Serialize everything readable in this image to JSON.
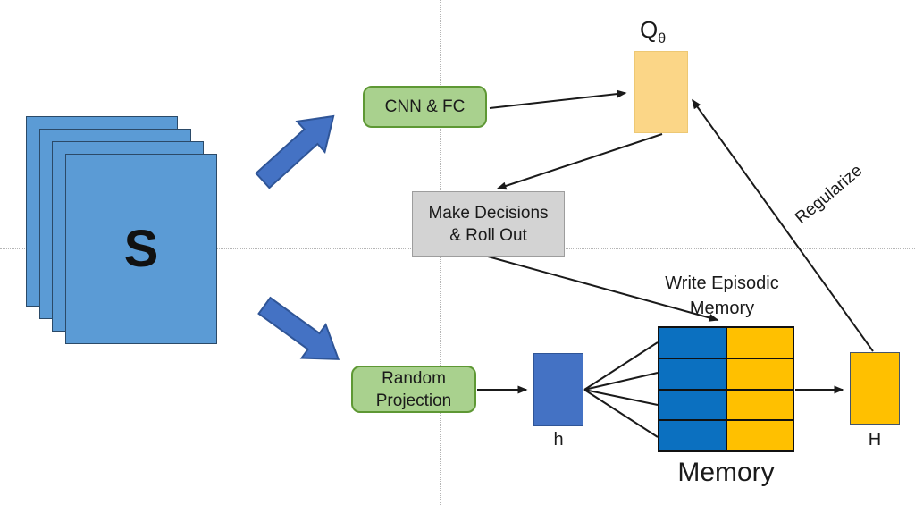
{
  "nodes": {
    "stack": {
      "label": "S"
    },
    "cnn_fc": {
      "label": "CNN & FC"
    },
    "q": {
      "main": "Q",
      "sub": "θ"
    },
    "decisions": {
      "line1": "Make Decisions",
      "line2": "& Roll Out"
    },
    "random_projection": {
      "line1": "Random",
      "line2": "Projection"
    },
    "h": {
      "label": "h"
    },
    "H": {
      "label": "H"
    },
    "memory": {
      "caption": "Memory",
      "rows": "4",
      "cols": "2"
    }
  },
  "annotations": {
    "write_episodic": {
      "line1": "Write Episodic",
      "line2": "Memory"
    },
    "regularize": "Regularize"
  },
  "colors": {
    "stack_blue": "#5B9BD5",
    "block_arrow_blue": "#4472C4",
    "green_box_fill": "#A9D18E",
    "green_box_border": "#5e9834",
    "gray_box_fill": "#D3D3D3",
    "q_box_gold": "#FBD687",
    "memory_blue": "#0B70C0",
    "memory_gold": "#FFC000",
    "h_box_blue": "#4472C4",
    "line_black": "#1a1a1a"
  }
}
